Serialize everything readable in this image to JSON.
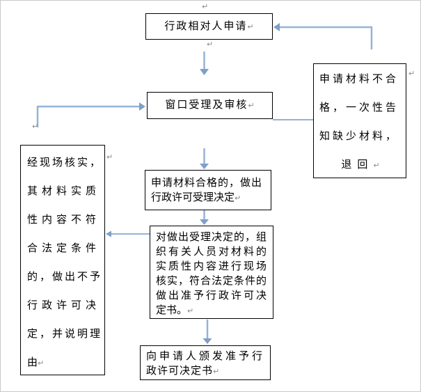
{
  "marks": {
    "return_mark": "↵"
  },
  "colors": {
    "connector": "#95b3d7",
    "arrowhead": "#7e9fc7",
    "box_border": "#000000",
    "text": "#000000",
    "format_mark": "#8a8a8a"
  },
  "nodes": {
    "applicant_apply": {
      "text": "行政相对人申请"
    },
    "window_review": {
      "text": "窗口受理及审核"
    },
    "materials_invalid": {
      "lines": [
        "申请材料不合",
        "格，一次性告",
        "知缺少材料，",
        "退回"
      ],
      "full_text": "申请材料不合格，一次性告知缺少材料，退回"
    },
    "deny_decision": {
      "lines": [
        "经现场核实，",
        "其材料实质",
        "性内容不符",
        "合法定条件",
        "的，做出不予",
        "行政许可决",
        "定，并说明理",
        "由"
      ],
      "full_text": "经现场核实，其材料实质性内容不符合法定条件的，做出不予行政许可决定，并说明理由"
    },
    "accept_decision": {
      "lines": [
        "申请材料合格的，做出",
        "行政许可受理决定"
      ],
      "full_text": "申请材料合格的，做出行政许可受理决定"
    },
    "onsite_verify": {
      "lines": [
        "对做出受理决定的，组",
        "织有关人员对材料的",
        "实质性内容进行现场",
        "核实，符合法定条件的",
        "做出准予行政许可决",
        "定书。"
      ],
      "full_text": "对做出受理决定的，组织有关人员对材料的实质性内容进行现场核实，符合法定条件的做出准予行政许可决定书。"
    },
    "issue_certificate": {
      "lines": [
        "向申请人颁发准予行",
        "政许可决定书"
      ],
      "full_text": "向申请人颁发准予行政许可决定书"
    }
  }
}
